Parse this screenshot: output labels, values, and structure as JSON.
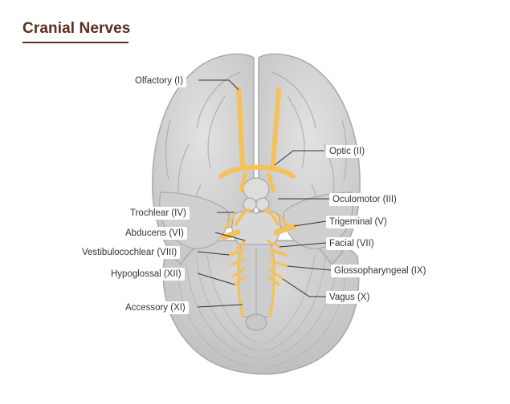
{
  "title": "Cranial Nerves",
  "labels": {
    "olfactory": "Olfactory (I)",
    "optic": "Optic (II)",
    "oculomotor": "Oculomotor (III)",
    "trochlear": "Trochlear (IV)",
    "trigeminal": "Trigeminal (V)",
    "abducens": "Abducens (VI)",
    "facial": "Facial (VII)",
    "vestibulocochlear": "Vestibulocochlear (VIII)",
    "glossopharyngeal": "Glossopharyngeal (IX)",
    "hypoglossal": "Hypoglossal (XII)",
    "vagus": "Vagus (X)",
    "accessory": "Accessory (XI)"
  },
  "colors": {
    "title": "#5b2e1f",
    "brain_fill": "#d3d3d3",
    "brain_stroke": "#a9a9a9",
    "nerve": "#f5c15a",
    "leader": "#333333"
  }
}
